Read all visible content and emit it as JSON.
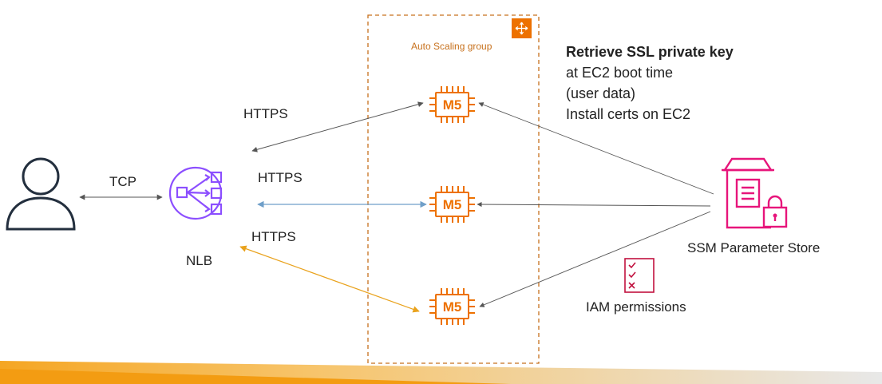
{
  "nodes": {
    "user": {
      "label": ""
    },
    "nlb": {
      "label": "NLB"
    },
    "asg": {
      "label": "Auto Scaling group"
    },
    "ec2_instances": [
      {
        "label": "M5"
      },
      {
        "label": "M5"
      },
      {
        "label": "M5"
      }
    ],
    "ssm": {
      "label": "SSM Parameter Store"
    },
    "iam": {
      "label": "IAM permissions"
    }
  },
  "edges": {
    "tcp": {
      "label": "TCP"
    },
    "https_top": {
      "label": "HTTPS"
    },
    "https_mid": {
      "label": "HTTPS"
    },
    "https_bot": {
      "label": "HTTPS"
    }
  },
  "note": {
    "line1": "Retrieve SSL private key",
    "line2": "at EC2 boot time",
    "line3": "(user data)",
    "line4": "Install certs on EC2"
  },
  "colors": {
    "nlb": "#8c4fff",
    "ec2": "#ed7100",
    "ssm": "#e7157b",
    "arrow_grey": "#555555",
    "arrow_blue": "#6f9fc9",
    "arrow_orange": "#e9a21c"
  }
}
